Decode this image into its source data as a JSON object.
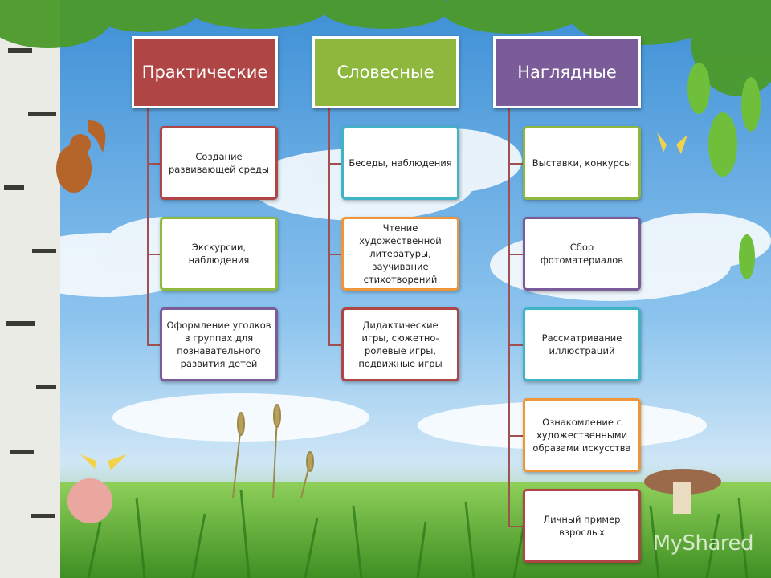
{
  "columns": [
    {
      "title": "Практические",
      "color": "#b04545",
      "items": [
        {
          "text": "Создание развивающей среды",
          "border": "#b04545"
        },
        {
          "text": "Экскурсии, наблюдения",
          "border": "#8ebb3e"
        },
        {
          "text": "Оформление уголков в группах для познавательного развития детей",
          "border": "#7a5c99"
        }
      ]
    },
    {
      "title": "Словесные",
      "color": "#8db83d",
      "items": [
        {
          "text": "Беседы, наблюдения",
          "border": "#3fb4c4"
        },
        {
          "text": "Чтение художественной литературы, заучивание стихотворений",
          "border": "#f0963a"
        },
        {
          "text": "Дидактические игры, сюжетно-ролевые игры, подвижные игры",
          "border": "#b04545"
        }
      ]
    },
    {
      "title": "Наглядные",
      "color": "#7a5c99",
      "items": [
        {
          "text": "Выставки, конкурсы",
          "border": "#8db83d"
        },
        {
          "text": "Сбор фотоматериалов",
          "border": "#7a5c99"
        },
        {
          "text": "Рассматривание иллюстраций",
          "border": "#3fb4c4"
        },
        {
          "text": "Ознакомление с художественными образами искусства",
          "border": "#f0963a"
        },
        {
          "text": "Личный пример взрослых",
          "border": "#b04545"
        }
      ]
    }
  ],
  "watermark": "MyShared"
}
